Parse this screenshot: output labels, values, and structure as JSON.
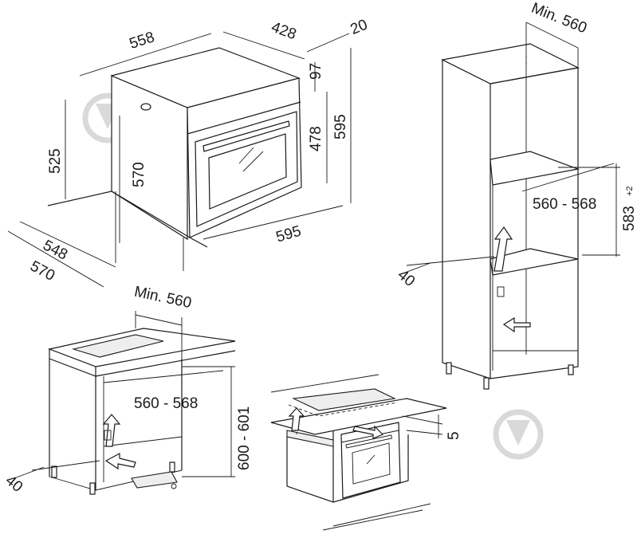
{
  "oven_dimensions": {
    "width_top": "558",
    "depth_top": "428",
    "door_thickness": "20",
    "control_panel_height": "97",
    "door_height": "478",
    "front_height": "595",
    "body_height": "525",
    "body_height_inner": "570",
    "front_width": "595",
    "depth_body": "548",
    "depth_total": "570"
  },
  "tall_unit": {
    "min_depth": "Min. 560",
    "niche_width": "560 - 568",
    "niche_height": "583",
    "niche_height_tolerance": "+2",
    "rear_gap": "40"
  },
  "under_counter": {
    "min_depth": "Min. 560",
    "niche_width": "560 - 568",
    "niche_height": "600 - 601",
    "rear_gap": "40"
  },
  "hob_install": {
    "gap": "5"
  },
  "icons": {
    "watermark_left": "watermark-icon",
    "watermark_right": "watermark-icon",
    "airflow": "airflow-arrow-icon"
  }
}
